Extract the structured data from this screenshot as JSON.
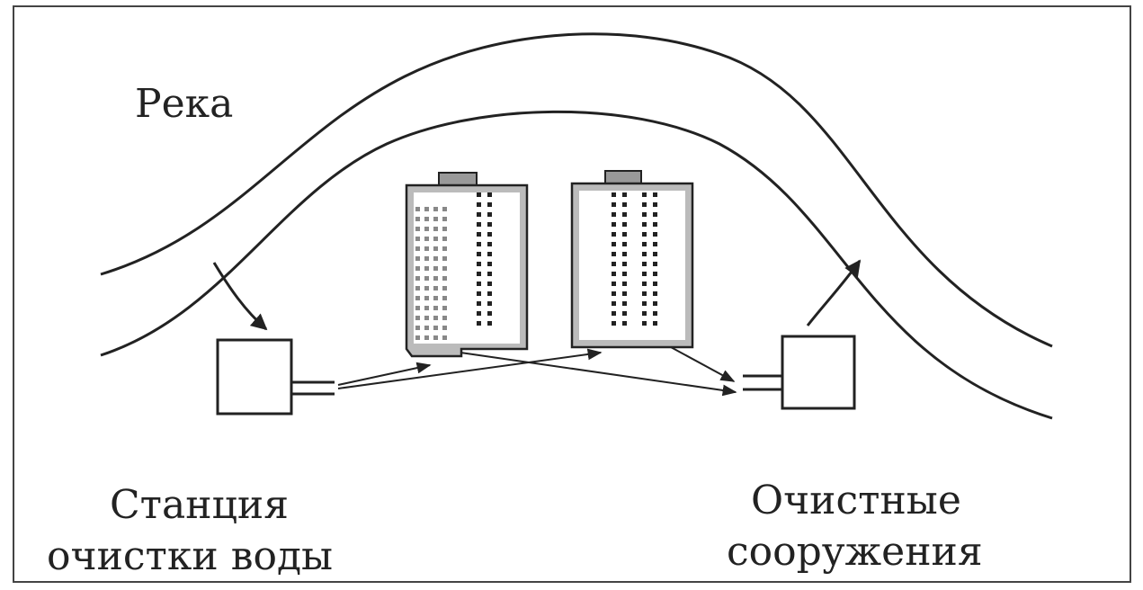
{
  "river": {
    "label": "Река"
  },
  "water_treatment_station": {
    "line1": "Станция",
    "line2": "очистки  воды"
  },
  "treatment_facilities": {
    "line1": "Очистные",
    "line2": "сооружения"
  }
}
